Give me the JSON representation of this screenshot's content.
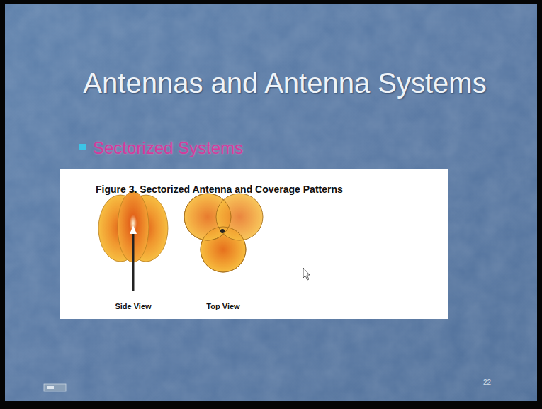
{
  "diagram": {
    "title": "Antennas and Antenna Systems",
    "nodes": [
      {
        "text": [
          "Figure 3. Sectorized Antenna and Coverage Patterns"
        ]
      }
    ],
    "labels": [
      "Sectorized Systems",
      "Side View",
      "Top View",
      "22"
    ]
  }
}
